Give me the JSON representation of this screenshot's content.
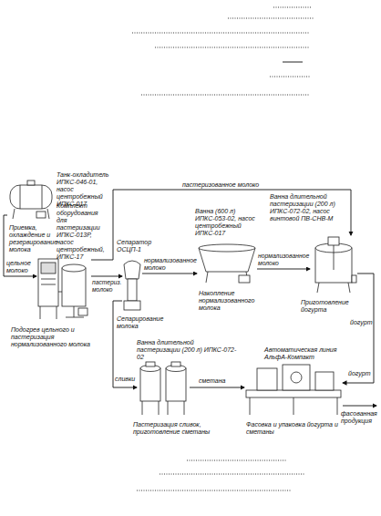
{
  "diagram": {
    "nodes": [
      {
        "text": [
          "Танк-охладитель ИПКС-046-01, насос центробежный ИПКС-017",
          "Приемка, охлаждение и резервирование молока"
        ]
      },
      {
        "text": [
          "Комплект оборудования для пастеризации ИПКС-013Р, насос центробежный, ИПКС-17",
          "Подогрев цельного и пастеризация нормализованного молока"
        ]
      },
      {
        "text": [
          "Сепаратор ОСЦП-1",
          "Сепарирование молока"
        ]
      },
      {
        "text": [
          "Ванна (600 л) ИПКС-053-02, насос центробежный ИПКС-017",
          "Накопление нормализованного молока"
        ]
      },
      {
        "text": [
          "Ванна длительной пастеризации (200 л) ИПКС-072-02, насос винтовой ПВ-СНВ-М",
          "Приготовление йогурта"
        ]
      },
      {
        "text": [
          "Ванна длительной пастеризации (200 л) ИПКС-072-02",
          "Пастеризация сливок, приготовление сметаны"
        ]
      },
      {
        "text": [
          "Автоматическая линия АльфА-Компакт",
          "Фасовка и упаковка йогурта и сметаны"
        ]
      }
    ],
    "edges": [
      {
        "from": 0,
        "to": 1,
        "label": "цельное молоко",
        "arrow": "to"
      },
      {
        "from": 1,
        "to": 2,
        "label": "пастериз. молоко",
        "arrow": "to"
      },
      {
        "from": 1,
        "to": 4,
        "label": "пастеризованное молоко",
        "arrow": "to"
      },
      {
        "from": 2,
        "to": 3,
        "label": "нормализованное молоко",
        "arrow": "to"
      },
      {
        "from": 3,
        "to": 4,
        "label": "нормализованное молоко",
        "arrow": "to"
      },
      {
        "from": 4,
        "to": 6,
        "label": "йогурт",
        "arrow": "to"
      },
      {
        "from": 2,
        "to": 5,
        "label": "сливки",
        "arrow": "to"
      },
      {
        "from": 5,
        "to": 6,
        "label": "сметана",
        "arrow": "to"
      }
    ],
    "labels": [
      "йогурт",
      "фасованная продукция"
    ]
  }
}
